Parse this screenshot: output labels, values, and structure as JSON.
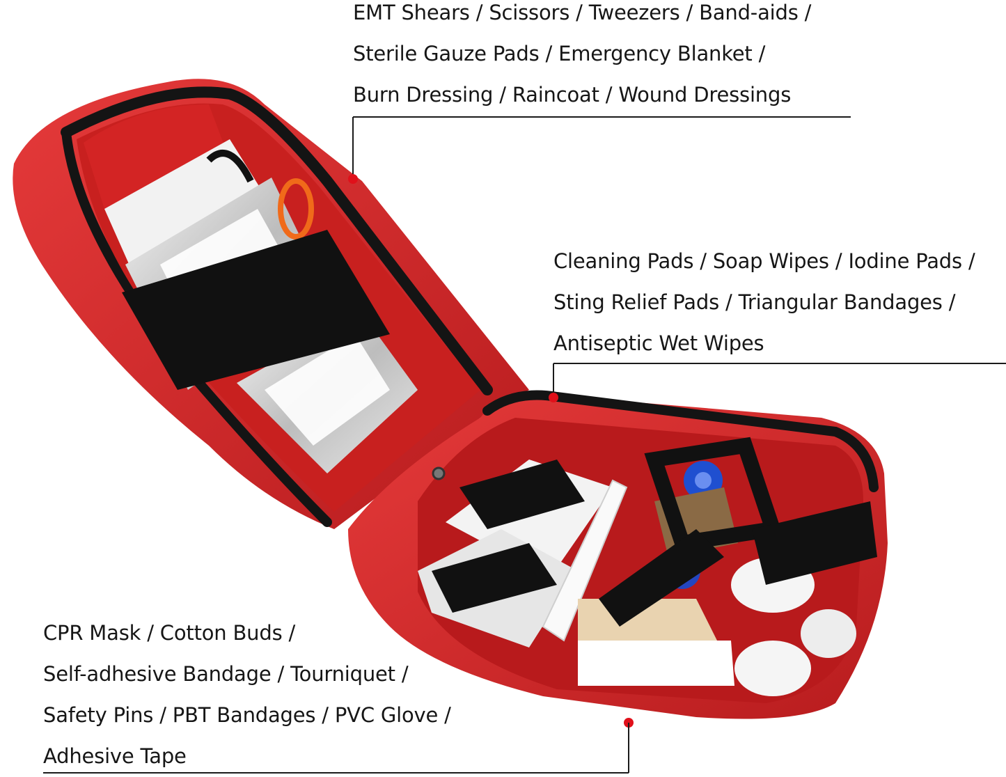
{
  "callouts": {
    "top": {
      "lines": [
        "EMT Shears / Scissors / Tweezers / Band-aids /",
        "Sterile Gauze Pads / Emergency Blanket /",
        "Burn Dressing / Raincoat / Wound Dressings"
      ]
    },
    "middle": {
      "lines": [
        "Cleaning Pads / Soap Wipes / Iodine Pads /",
        "Sting Relief Pads / Triangular Bandages /",
        "Antiseptic Wet Wipes"
      ]
    },
    "bottom": {
      "lines": [
        "CPR Mask / Cotton Buds /",
        "Self-adhesive Bandage / Tourniquet /",
        "Safety Pins / PBT Bandages / PVC Glove /",
        "Adhesive Tape"
      ]
    }
  },
  "colors": {
    "bag_red": "#d8282a",
    "bag_dark_red": "#a81618",
    "strap_black": "#111111",
    "pointer_red": "#e0101a",
    "line_black": "#1a1a1a"
  }
}
